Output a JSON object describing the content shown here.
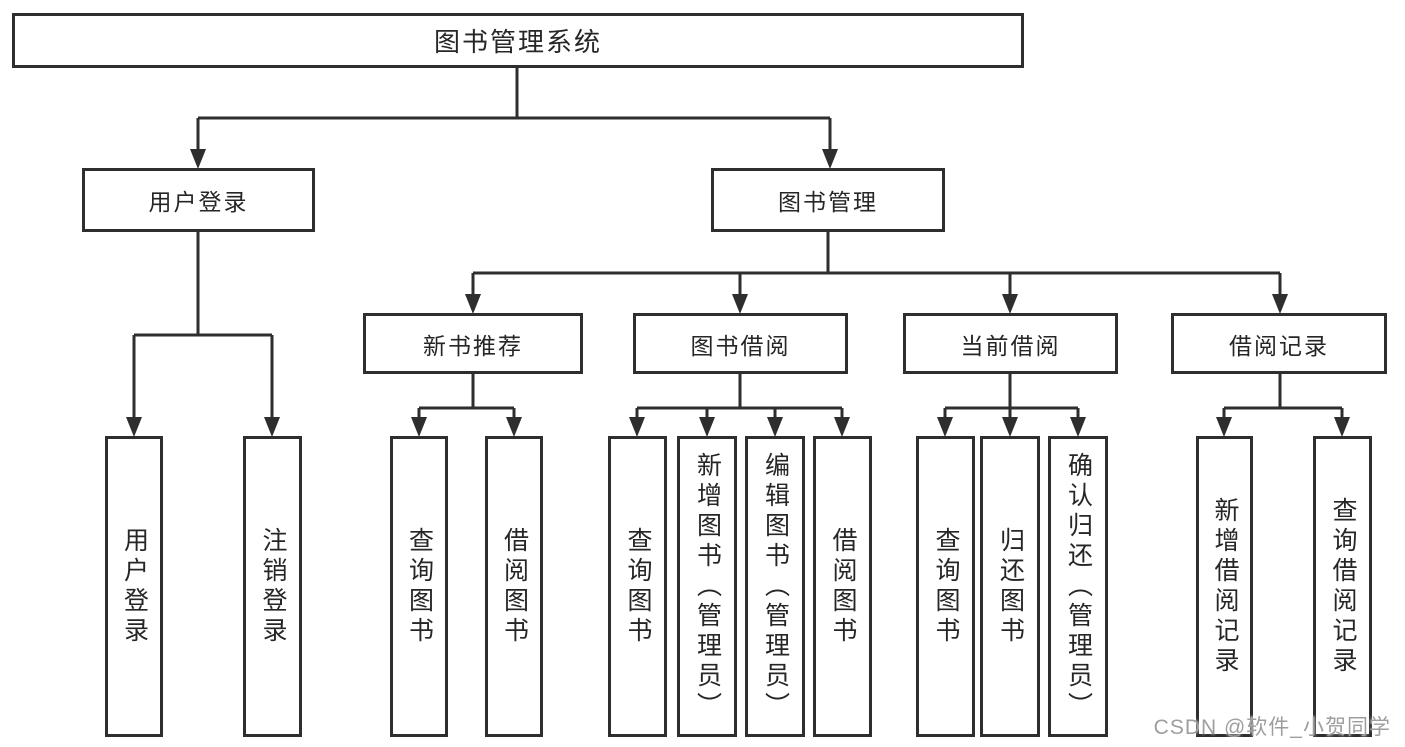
{
  "root": {
    "label": "图书管理系统"
  },
  "branches": {
    "user_login": {
      "label": "用户登录",
      "children": [
        {
          "label": "用户登录"
        },
        {
          "label": "注销登录"
        }
      ]
    },
    "book_management": {
      "label": "图书管理",
      "children": [
        {
          "label": "新书推荐",
          "children": [
            {
              "label": "查询图书"
            },
            {
              "label": "借阅图书"
            }
          ]
        },
        {
          "label": "图书借阅",
          "children": [
            {
              "label": "查询图书"
            },
            {
              "label": "新增图书（管理员）"
            },
            {
              "label": "编辑图书（管理员）"
            },
            {
              "label": "借阅图书"
            }
          ]
        },
        {
          "label": "当前借阅",
          "children": [
            {
              "label": "查询图书"
            },
            {
              "label": "归还图书"
            },
            {
              "label": "确认归还（管理员）"
            }
          ]
        },
        {
          "label": "借阅记录",
          "children": [
            {
              "label": "新增借阅记录"
            },
            {
              "label": "查询借阅记录"
            }
          ]
        }
      ]
    }
  },
  "watermark": {
    "text": "CSDN @软件_小贺同学"
  },
  "colors": {
    "line": "#2e2e2e",
    "text": "#262626",
    "background": "#ffffff",
    "watermark": "#9e9e9e"
  }
}
